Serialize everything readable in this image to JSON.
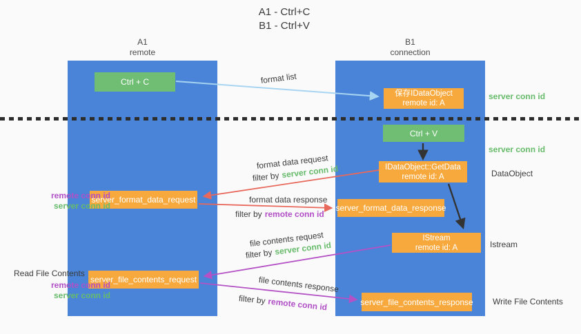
{
  "title": {
    "line1": "A1 - Ctrl+C",
    "line2": "B1 - Ctrl+V"
  },
  "lifelines": {
    "left": {
      "name": "A1",
      "sub": "remote"
    },
    "right": {
      "name": "B1",
      "sub": "connection"
    }
  },
  "nodes": {
    "ctrl_c": "Ctrl + C",
    "ctrl_v": "Ctrl + V",
    "save_idataobject": {
      "line1": "保存IDataObject",
      "line2": "remote id: A"
    },
    "getdata": {
      "line1": "IDataObject::GetData",
      "line2": "remote id: A"
    },
    "istream": {
      "line1": "IStream",
      "line2": "remote id: A"
    },
    "format_request": "server_format_data_request",
    "format_response": "server_format_data_response",
    "file_request": "server_file_contents_request",
    "file_response": "server_file_contents_response"
  },
  "labels": {
    "format_list": "format list",
    "format_data_request": "format data request",
    "format_data_response": "format data response",
    "file_contents_request": "file contents request",
    "file_contents_response": "file contents response",
    "filter_by": "filter by",
    "server_conn_id": "server conn id",
    "remote_conn_id": "remote conn id",
    "dataobject": "DataObject",
    "istream": "Istream",
    "read_file_contents": "Read File Contents",
    "write_file_contents": "Write File Contents"
  },
  "colors": {
    "background": "#fafafa",
    "lifeline_blue": "#4a84d8",
    "node_green": "#6fbe73",
    "node_orange": "#f7a93e",
    "arrow_lightblue": "#a7d4f1",
    "arrow_black": "#333333",
    "arrow_salmon": "#e8685c",
    "arrow_purple": "#b351c5",
    "keyword_green": "#67bb6b",
    "keyword_purple": "#b14fc6",
    "separator": "#2d2d2d"
  }
}
